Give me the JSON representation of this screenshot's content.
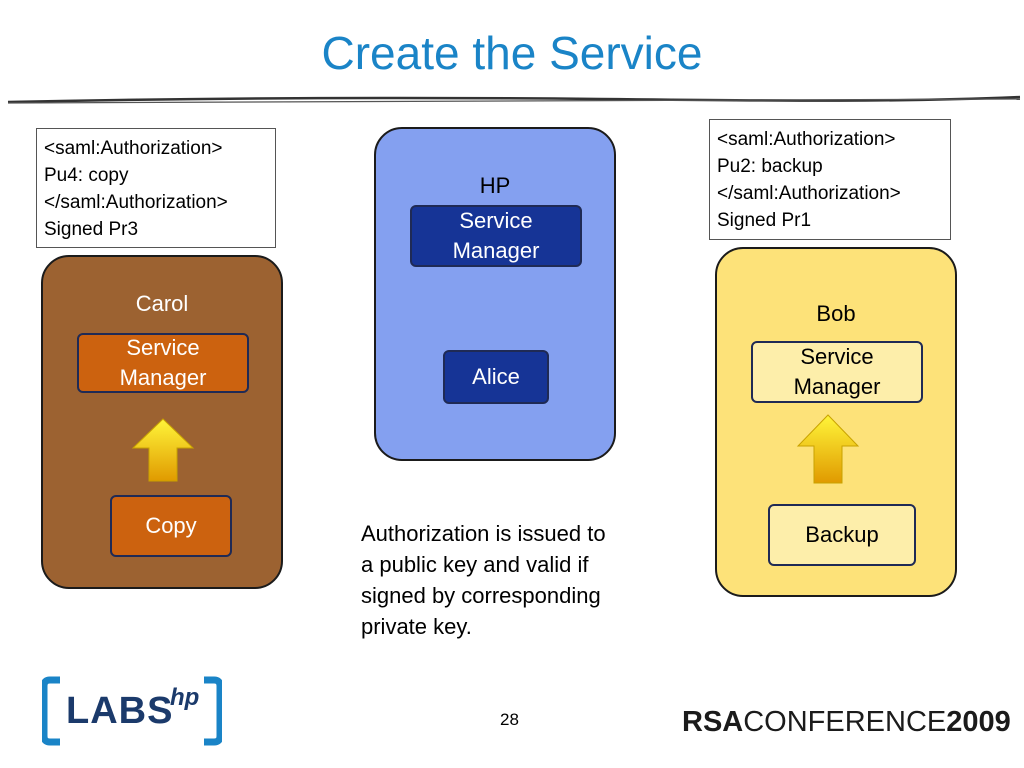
{
  "slide": {
    "title": "Create the Service",
    "page_number": "28"
  },
  "notes": {
    "left": {
      "lines": [
        "<saml:Authorization>",
        "Pu4: copy",
        "</saml:Authorization>",
        "Signed Pr3"
      ]
    },
    "right": {
      "lines": [
        "<saml:Authorization>",
        "Pu2: backup",
        "</saml:Authorization>",
        "Signed Pr1"
      ]
    }
  },
  "parties": {
    "carol": {
      "name": "Carol",
      "service_manager": [
        "Service",
        "Manager"
      ],
      "service": "Copy"
    },
    "hp": {
      "name": "HP",
      "service_manager": [
        "Service",
        "Manager"
      ],
      "member": "Alice"
    },
    "bob": {
      "name": "Bob",
      "service_manager": [
        "Service",
        "Manager"
      ],
      "service": "Backup"
    }
  },
  "explanation": [
    "Authorization is issued to",
    "a public key and valid if",
    "signed by corresponding",
    "private key."
  ],
  "logos": {
    "labs": {
      "text": "LABS",
      "superscript": "hp"
    },
    "rsa": {
      "prefix": "RSA",
      "middle": "CONFERENCE",
      "year": "2009"
    }
  },
  "colors": {
    "title": "#1a84c7",
    "carol_bg": "#9c6231",
    "carol_box": "#cc620f",
    "hp_bg": "#84a0f0",
    "hp_box": "#163496",
    "bob_bg": "#fde279",
    "bob_box": "#fdeeaa"
  }
}
